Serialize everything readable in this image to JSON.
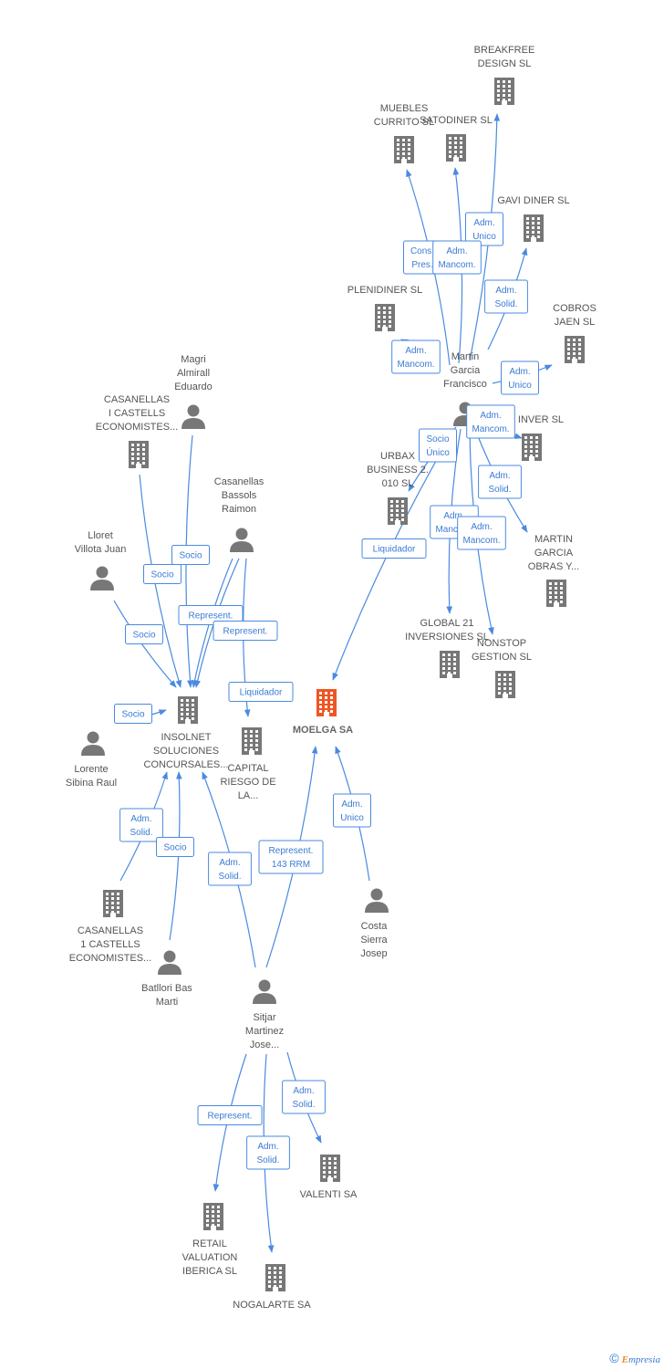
{
  "colors": {
    "edge": "#4a8ae0",
    "node": "#777777",
    "focus": "#ee5522",
    "label": "#555555"
  },
  "footer": {
    "copyright": "©",
    "brand_first": "E",
    "brand_rest": "mpresia"
  },
  "nodes": [
    {
      "id": "breakfree",
      "type": "company",
      "lines": [
        "BREAKFREE",
        "DESIGN  SL"
      ]
    },
    {
      "id": "muebles",
      "type": "company",
      "lines": [
        "MUEBLES",
        "CURRITO SL"
      ]
    },
    {
      "id": "satodiner",
      "type": "company",
      "lines": [
        "SATODINER SL"
      ]
    },
    {
      "id": "gavidiner",
      "type": "company",
      "lines": [
        "GAVI DINER SL"
      ]
    },
    {
      "id": "plenidiner",
      "type": "company",
      "lines": [
        "PLENIDINER SL"
      ]
    },
    {
      "id": "cobros",
      "type": "company",
      "lines": [
        "COBROS",
        "JAEN  SL"
      ]
    },
    {
      "id": "martin",
      "type": "person",
      "lines": [
        "Martin",
        "Garcia",
        "Francisco"
      ]
    },
    {
      "id": "inver",
      "type": "company",
      "lines": [
        "INVER SL"
      ]
    },
    {
      "id": "urbax",
      "type": "company",
      "lines": [
        "URBAX",
        "BUSINESS 2.",
        "010 SL"
      ]
    },
    {
      "id": "martinobras",
      "type": "company",
      "lines": [
        "MARTIN",
        "GARCIA",
        "OBRAS Y..."
      ]
    },
    {
      "id": "global21",
      "type": "company",
      "lines": [
        "GLOBAL 21",
        "INVERSIONES SL"
      ]
    },
    {
      "id": "nonstop",
      "type": "company",
      "lines": [
        "NONSTOP",
        "GESTION SL"
      ]
    },
    {
      "id": "magri",
      "type": "person",
      "lines": [
        "Magri",
        "Almirall",
        "Eduardo"
      ]
    },
    {
      "id": "casanellas1",
      "type": "company",
      "lines": [
        "CASANELLAS",
        "I CASTELLS",
        "ECONOMISTES..."
      ]
    },
    {
      "id": "casanellasb",
      "type": "person",
      "lines": [
        "Casanellas",
        "Bassols",
        "Raimon"
      ]
    },
    {
      "id": "lloret",
      "type": "person",
      "lines": [
        "Lloret",
        "Villota Juan"
      ]
    },
    {
      "id": "insolnet",
      "type": "company",
      "lines": [
        "INSOLNET",
        "SOLUCIONES",
        "CONCURSALES..."
      ]
    },
    {
      "id": "capital",
      "type": "company",
      "lines": [
        "CAPITAL",
        "RIESGO DE",
        "LA..."
      ]
    },
    {
      "id": "moelga",
      "type": "focus",
      "lines": [
        "MOELGA SA"
      ]
    },
    {
      "id": "lorente",
      "type": "person",
      "lines": [
        "Lorente",
        "Sibina Raul"
      ]
    },
    {
      "id": "casanellas2",
      "type": "company",
      "lines": [
        "CASANELLAS",
        "1 CASTELLS",
        "ECONOMISTES..."
      ]
    },
    {
      "id": "batllori",
      "type": "person",
      "lines": [
        "Batllori Bas",
        "Marti"
      ]
    },
    {
      "id": "costa",
      "type": "person",
      "lines": [
        "Costa",
        "Sierra",
        "Josep"
      ]
    },
    {
      "id": "sitjar",
      "type": "person",
      "lines": [
        "Sitjar",
        "Martinez",
        "Jose..."
      ]
    },
    {
      "id": "valenti",
      "type": "company",
      "lines": [
        "VALENTI SA"
      ]
    },
    {
      "id": "retail",
      "type": "company",
      "lines": [
        "RETAIL",
        "VALUATION",
        "IBERICA SL"
      ]
    },
    {
      "id": "nogalarte",
      "type": "company",
      "lines": [
        "NOGALARTE SA"
      ]
    }
  ],
  "edges": [
    {
      "id": "e-breakfree",
      "lines": [
        "Adm.",
        "Unico"
      ]
    },
    {
      "id": "e-muebles",
      "lines": [
        "Cons.",
        "Pres."
      ]
    },
    {
      "id": "e-satodiner",
      "lines": [
        "Adm.",
        "Mancom."
      ]
    },
    {
      "id": "e-gavidiner",
      "lines": [
        "Adm.",
        "Solid."
      ]
    },
    {
      "id": "e-plenidiner",
      "lines": [
        "Adm.",
        "Mancom."
      ]
    },
    {
      "id": "e-cobros",
      "lines": [
        "Adm.",
        "Unico"
      ]
    },
    {
      "id": "e-inver",
      "lines": [
        "Adm.",
        "Mancom."
      ]
    },
    {
      "id": "e-martinobras",
      "lines": [
        "Adm.",
        "Solid."
      ]
    },
    {
      "id": "e-urbax",
      "lines": [
        "Socio",
        "Único"
      ]
    },
    {
      "id": "e-global21",
      "lines": [
        "Adm.",
        "Mancom."
      ]
    },
    {
      "id": "e-nonstop",
      "lines": [
        "Adm.",
        "Mancom."
      ]
    },
    {
      "id": "e-liquidador-moelga",
      "lines": [
        "Liquidador"
      ]
    },
    {
      "id": "e-magri",
      "lines": [
        "Socio"
      ]
    },
    {
      "id": "e-casanellas1",
      "lines": [
        "Socio"
      ]
    },
    {
      "id": "e-lloret",
      "lines": [
        "Socio"
      ]
    },
    {
      "id": "e-casanellasb-rep1",
      "lines": [
        "Represent."
      ]
    },
    {
      "id": "e-casanellasb-rep2",
      "lines": [
        "Represent."
      ]
    },
    {
      "id": "e-liquidador-capital",
      "lines": [
        "Liquidador"
      ]
    },
    {
      "id": "e-lorente",
      "lines": [
        "Socio"
      ]
    },
    {
      "id": "e-casanellas2",
      "lines": [
        "Adm.",
        "Solid."
      ]
    },
    {
      "id": "e-batllori",
      "lines": [
        "Socio"
      ]
    },
    {
      "id": "e-sitjar-insolnet",
      "lines": [
        "Adm.",
        "Solid."
      ]
    },
    {
      "id": "e-sitjar-moelga",
      "lines": [
        "Represent.",
        "143 RRM"
      ]
    },
    {
      "id": "e-costa",
      "lines": [
        "Adm.",
        "Unico"
      ]
    },
    {
      "id": "e-valenti",
      "lines": [
        "Adm.",
        "Solid."
      ]
    },
    {
      "id": "e-retail",
      "lines": [
        "Represent."
      ]
    },
    {
      "id": "e-nogalarte",
      "lines": [
        "Adm.",
        "Solid."
      ]
    }
  ]
}
